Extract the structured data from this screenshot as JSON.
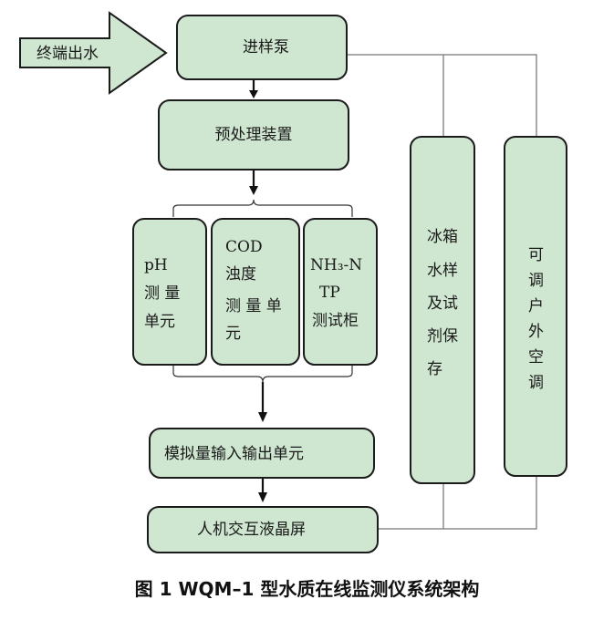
{
  "input_arrow": {
    "label": "终端出水"
  },
  "nodes": {
    "pump": "进样泵",
    "pretreat": "预处理装置",
    "ph": [
      "pH",
      "测  量",
      "单元"
    ],
    "cod": [
      "COD",
      "浊度",
      "测 量 单",
      "元"
    ],
    "nh3": [
      "NH₃-N",
      "TP",
      "测试柜"
    ],
    "fridge": [
      "冰箱",
      "水样",
      "及试",
      "剂保",
      "存"
    ],
    "aircon": [
      "可",
      "调",
      "户",
      "外",
      "空",
      "调"
    ],
    "analog": "模拟量输入输出单元",
    "hmi": "人机交互液晶屏"
  },
  "colors": {
    "box_fill": "#cfe7d0",
    "arrow_fill": "#cfe7d0",
    "border": "#1b1b1b"
  },
  "caption": "图 1  WQM–1 型水质在线监测仪系统架构"
}
